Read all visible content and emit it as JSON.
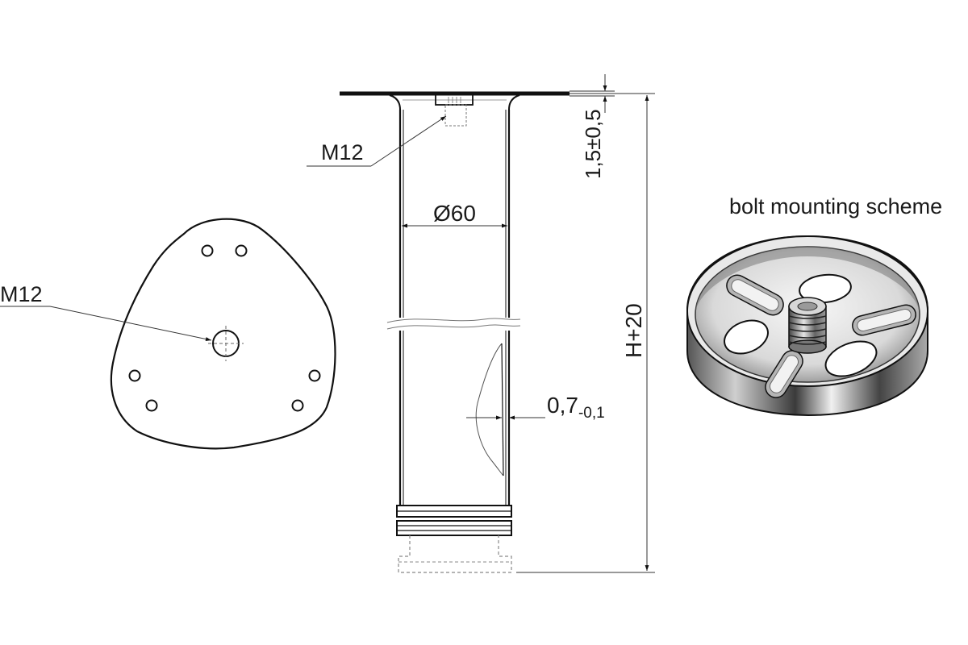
{
  "plate_view": {
    "thread_label": "M12"
  },
  "leg_view": {
    "thread_label": "M12",
    "diameter_label": "Ø60",
    "wall_thickness_label": "0,7",
    "wall_thickness_tolerance": "-0,1",
    "plate_thickness_label": "1,5±0,5",
    "height_label": "H+20"
  },
  "bolt_scheme": {
    "title": "bolt mounting scheme"
  }
}
